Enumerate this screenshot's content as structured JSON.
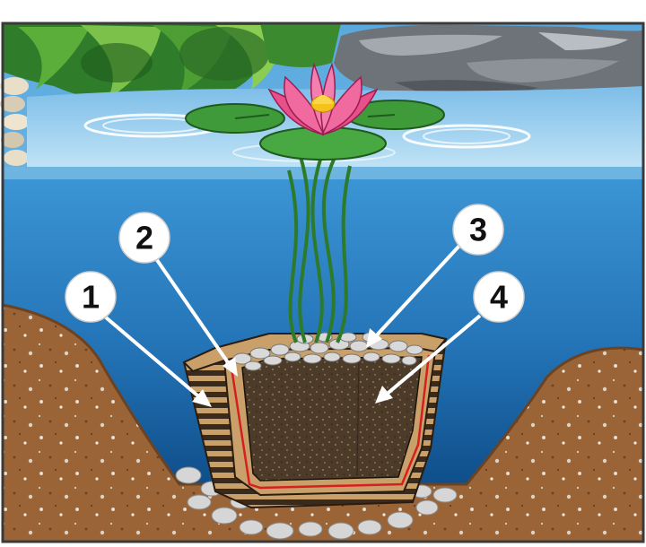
{
  "diagram": {
    "subject": "pond-planting-basket-cross-section",
    "callouts": [
      {
        "id": "1",
        "label": "1"
      },
      {
        "id": "2",
        "label": "2"
      },
      {
        "id": "3",
        "label": "3"
      },
      {
        "id": "4",
        "label": "4"
      }
    ]
  },
  "colors": {
    "frame": "#3a3a3a",
    "sky_water": "#9fd3ee",
    "deep_water": "#1f6fb0",
    "soil": "#9a6437",
    "basket": "#c9a06a",
    "liner_red": "#d62020",
    "planting_soil": "#4a3a2a",
    "gravel": "#d9d9d9",
    "lily_pad": "#3f9a3a",
    "flower": "#e8508a"
  }
}
